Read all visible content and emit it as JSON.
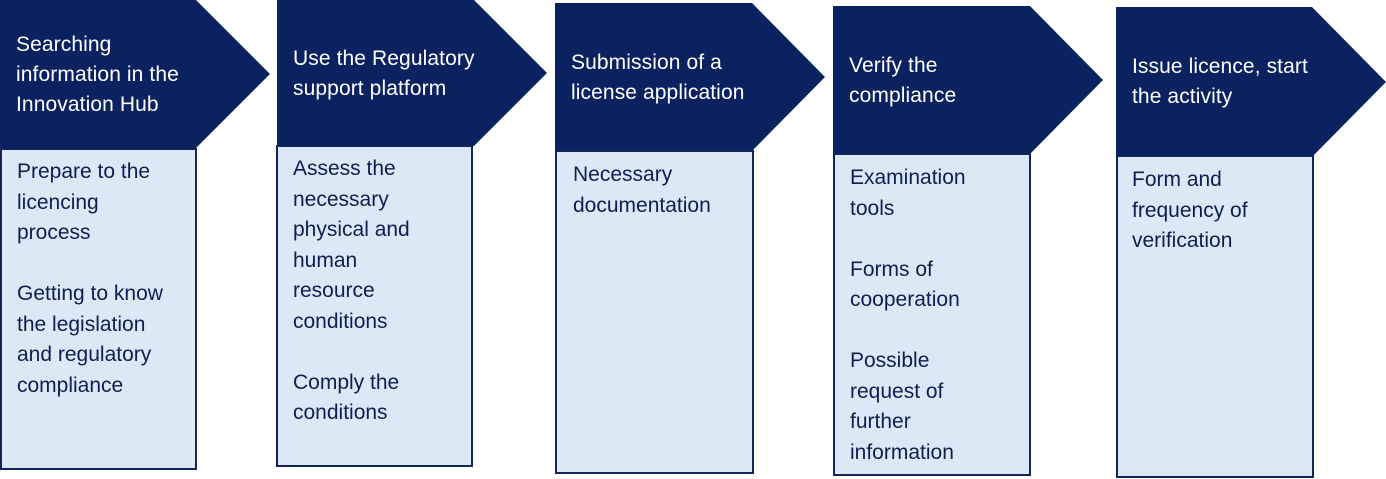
{
  "steps": [
    {
      "header": [
        "Searching",
        "information in the",
        "Innovation Hub"
      ],
      "items": [
        [
          "Prepare to the",
          "licencing",
          "process"
        ],
        [
          "Getting to know",
          "the legislation",
          "and regulatory",
          "compliance"
        ]
      ]
    },
    {
      "header": [
        "Use the Regulatory",
        "support platform"
      ],
      "items": [
        [
          "Assess the",
          "necessary",
          "physical and",
          "human",
          "resource",
          "conditions"
        ],
        [
          "Comply the",
          "conditions"
        ]
      ]
    },
    {
      "header": [
        "Submission of a",
        "license application"
      ],
      "items": [
        [
          "Necessary",
          "documentation"
        ]
      ]
    },
    {
      "header": [
        "Verify the",
        "compliance"
      ],
      "items": [
        [
          "Examination",
          "tools"
        ],
        [
          "Forms of",
          "cooperation"
        ],
        [
          "Possible",
          "request of",
          "further",
          "information"
        ]
      ]
    },
    {
      "header": [
        "Issue licence, start",
        "the activity"
      ],
      "items": [
        [
          "Form and",
          "frequency of",
          "verification"
        ]
      ]
    }
  ],
  "colors": {
    "header_fill": "#0b2260",
    "header_text": "#ffffff",
    "box_fill": "#dce8f5",
    "box_border": "#12265a",
    "box_text": "#0c1f50"
  }
}
